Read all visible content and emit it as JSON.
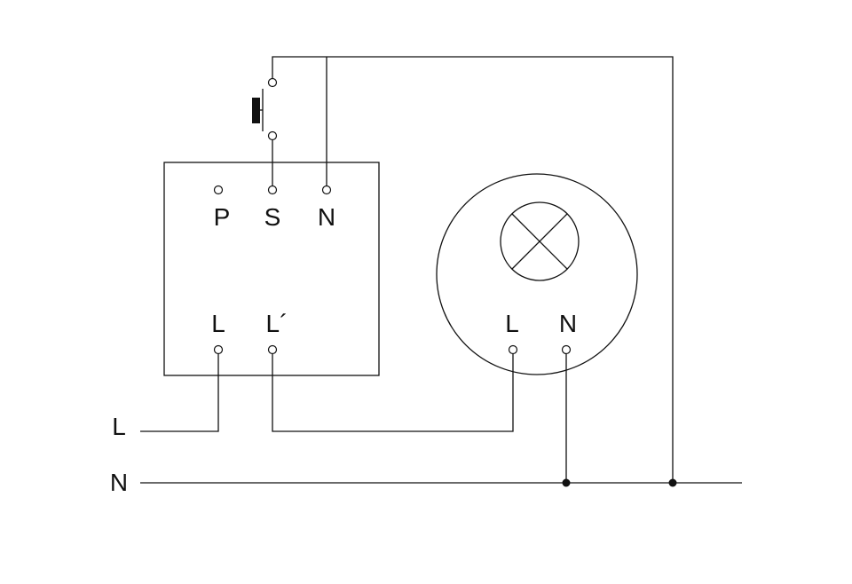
{
  "actuator_labels": {
    "P": "P",
    "S": "S",
    "N": "N",
    "L": "L",
    "Lp": "L´"
  },
  "lamp_labels": {
    "L": "L",
    "N": "N"
  },
  "supply_labels": {
    "L": "L",
    "N": "N"
  }
}
